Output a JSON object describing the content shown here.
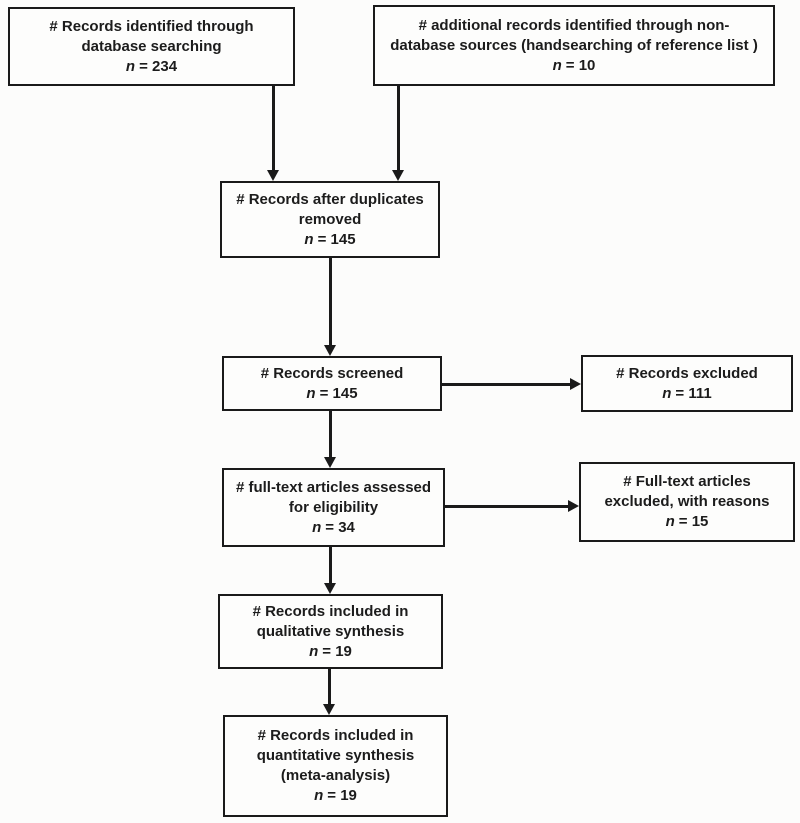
{
  "diagram_type": "flowchart",
  "colors": {
    "box_border": "#1a1a1a",
    "box_background": "#fdfdfc",
    "text": "#1c1c1c",
    "page_background": "#fcfcfb"
  },
  "boxes": {
    "identified_db": {
      "lines": [
        "# Records identified through",
        "database searching"
      ],
      "n_var": "n",
      "n_eq": "= 234"
    },
    "identified_nondb": {
      "lines": [
        "# additional records identified through non-",
        "database sources (handsearching of reference list )"
      ],
      "n_var": "n",
      "n_eq": "= 10"
    },
    "duplicates_removed": {
      "lines": [
        "# Records after duplicates",
        "removed"
      ],
      "n_var": "n",
      "n_eq": "= 145"
    },
    "screened": {
      "lines": [
        "# Records screened"
      ],
      "n_var": "n",
      "n_eq": "= 145"
    },
    "records_excluded": {
      "lines": [
        "# Records excluded"
      ],
      "n_var": "n",
      "n_eq": "= 111"
    },
    "fulltext_assessed": {
      "lines": [
        "# full-text articles assessed",
        "for eligibility"
      ],
      "n_var": "n",
      "n_eq": "= 34"
    },
    "fulltext_excluded": {
      "lines": [
        "# Full-text articles",
        "excluded, with reasons"
      ],
      "n_var": "n",
      "n_eq": "= 15"
    },
    "qualitative": {
      "lines": [
        "# Records included in",
        "qualitative synthesis"
      ],
      "n_var": "n",
      "n_eq": "= 19"
    },
    "quantitative": {
      "lines": [
        "# Records included in",
        "quantitative synthesis",
        "(meta-analysis)"
      ],
      "n_var": "n",
      "n_eq": "= 19"
    }
  },
  "connections": [
    {
      "from": "identified_db",
      "to": "duplicates_removed"
    },
    {
      "from": "identified_nondb",
      "to": "duplicates_removed"
    },
    {
      "from": "duplicates_removed",
      "to": "screened"
    },
    {
      "from": "screened",
      "to": "records_excluded"
    },
    {
      "from": "screened",
      "to": "fulltext_assessed"
    },
    {
      "from": "fulltext_assessed",
      "to": "fulltext_excluded"
    },
    {
      "from": "fulltext_assessed",
      "to": "qualitative"
    },
    {
      "from": "qualitative",
      "to": "quantitative"
    }
  ]
}
